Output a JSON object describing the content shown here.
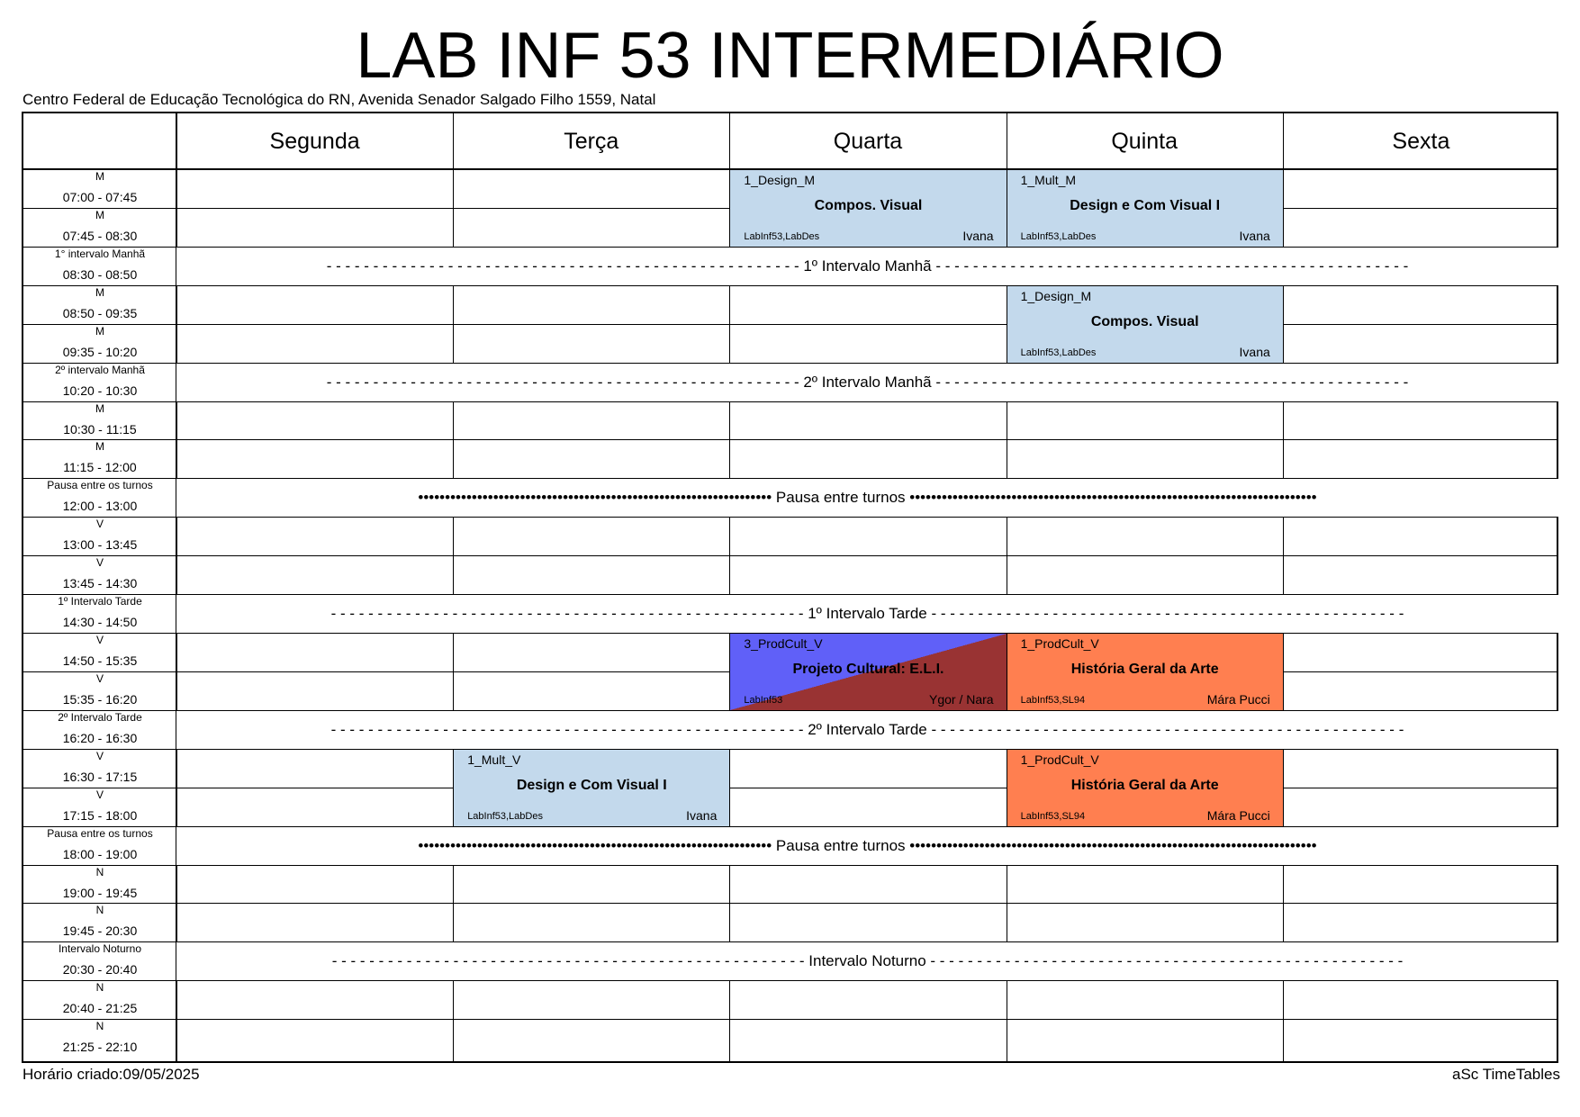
{
  "title": "LAB INF 53 INTERMEDIÁRIO",
  "subtitle": "Centro Federal de Educação Tecnológica do RN, Avenida Senador Salgado Filho 1559, Natal",
  "days": [
    "Segunda",
    "Terça",
    "Quarta",
    "Quinta",
    "Sexta"
  ],
  "periods": [
    {
      "label": "M",
      "time": "07:00 - 07:45"
    },
    {
      "label": "M",
      "time": "07:45 - 08:30"
    },
    {
      "label": "1° intervalo Manhã",
      "time": "08:30 - 08:50"
    },
    {
      "label": "M",
      "time": "08:50 - 09:35"
    },
    {
      "label": "M",
      "time": "09:35 - 10:20"
    },
    {
      "label": "2º intervalo Manhã",
      "time": "10:20 - 10:30"
    },
    {
      "label": "M",
      "time": "10:30 - 11:15"
    },
    {
      "label": "M",
      "time": "11:15 - 12:00"
    },
    {
      "label": "Pausa entre os turnos",
      "time": "12:00 - 13:00"
    },
    {
      "label": "V",
      "time": "13:00 - 13:45"
    },
    {
      "label": "V",
      "time": "13:45 - 14:30"
    },
    {
      "label": "1º Intervalo Tarde",
      "time": "14:30 - 14:50"
    },
    {
      "label": "V",
      "time": "14:50 - 15:35"
    },
    {
      "label": "V",
      "time": "15:35 - 16:20"
    },
    {
      "label": "2º Intervalo Tarde",
      "time": "16:20 - 16:30"
    },
    {
      "label": "V",
      "time": "16:30 - 17:15"
    },
    {
      "label": "V",
      "time": "17:15 - 18:00"
    },
    {
      "label": "Pausa entre os turnos",
      "time": "18:00 - 19:00"
    },
    {
      "label": "N",
      "time": "19:00 - 19:45"
    },
    {
      "label": "N",
      "time": "19:45 - 20:30"
    },
    {
      "label": "Intervalo Noturno",
      "time": "20:30 - 20:40"
    },
    {
      "label": "N",
      "time": "20:40 - 21:25"
    },
    {
      "label": "N",
      "time": "21:25 - 22:10"
    }
  ],
  "breaks": [
    {
      "row": 2,
      "text": "- - - - - - - - - - - - - - - - - - - - - - - - - - - - - - - - - - - - - - - - - - - - - - - - - - - 1º Intervalo Manhã - - - - - - - - - - - - - - - - - - - - - - - - - - - - - - - - - - - - - - - - - - - - - - - - - - -"
    },
    {
      "row": 5,
      "text": "- - - - - - - - - - - - - - - - - - - - - - - - - - - - - - - - - - - - - - - - - - - - - - - - - - - 2º Intervalo Manhã - - - - - - - - - - - - - - - - - - - - - - - - - - - - - - - - - - - - - - - - - - - - - - - - - - -"
    },
    {
      "row": 8,
      "text": "•••••••••••••••••••••••••••••••••••••••••••••••••••••••••••••••••• Pausa entre turnos ••••••••••••••••••••••••••••••••••••••••••••••••••••••••••••••••••••••••••••"
    },
    {
      "row": 11,
      "text": "- - - - - - - - - - - - - - - - - - - - - - - - - - - - - - - - - - - - - - - - - - - - - - - - - - - 1º Intervalo Tarde - - - - - - - - - - - - - - - - - - - - - - - - - - - - - - - - - - - - - - - - - - - - - - - - - - -"
    },
    {
      "row": 14,
      "text": "- - - - - - - - - - - - - - - - - - - - - - - - - - - - - - - - - - - - - - - - - - - - - - - - - - - 2º Intervalo Tarde - - - - - - - - - - - - - - - - - - - - - - - - - - - - - - - - - - - - - - - - - - - - - - - - - - -"
    },
    {
      "row": 17,
      "text": "•••••••••••••••••••••••••••••••••••••••••••••••••••••••••••••••••• Pausa entre turnos ••••••••••••••••••••••••••••••••••••••••••••••••••••••••••••••••••••••••••••"
    },
    {
      "row": 20,
      "text": "- - - - - - - - - - - - - - - - - - - - - - - - - - - - - - - - - - - - - - - - - - - - - - - - - - - Intervalo Noturno - - - - - - - - - - - - - - - - - - - - - - - - - - - - - - - - - - - - - - - - - - - - - - - - - - -"
    }
  ],
  "lessons": [
    {
      "day": 2,
      "start": 0,
      "span": 2,
      "class": "1_Design_M",
      "subject": "Compos. Visual",
      "room": "LabInf53,LabDes",
      "teacher": "Ivana",
      "color": "#c3d9ec"
    },
    {
      "day": 3,
      "start": 0,
      "span": 2,
      "class": "1_Mult_M",
      "subject": "Design e Com Visual I",
      "room": "LabInf53,LabDes",
      "teacher": "Ivana",
      "color": "#c3d9ec"
    },
    {
      "day": 3,
      "start": 3,
      "span": 2,
      "class": "1_Design_M",
      "subject": "Compos. Visual",
      "room": "LabInf53,LabDes",
      "teacher": "Ivana",
      "color": "#c3d9ec"
    },
    {
      "day": 2,
      "start": 12,
      "span": 2,
      "class": "3_ProdCult_V",
      "subject": "Projeto Cultural: E.L.I.",
      "room": "LabInf53",
      "teacher": "Ygor / Nara",
      "color": "#6060f8",
      "color2": "#993333"
    },
    {
      "day": 3,
      "start": 12,
      "span": 2,
      "class": "1_ProdCult_V",
      "subject": "História Geral da Arte",
      "room": "LabInf53,SL94",
      "teacher": "Mára Pucci",
      "color": "#ff7f50"
    },
    {
      "day": 1,
      "start": 15,
      "span": 2,
      "class": "1_Mult_V",
      "subject": "Design e Com Visual I",
      "room": "LabInf53,LabDes",
      "teacher": "Ivana",
      "color": "#c3d9ec"
    },
    {
      "day": 3,
      "start": 15,
      "span": 2,
      "class": "1_ProdCult_V",
      "subject": "História Geral da Arte",
      "room": "LabInf53,SL94",
      "teacher": "Mára Pucci",
      "color": "#ff7f50"
    }
  ],
  "footer": {
    "created": "Horário criado:09/05/2025",
    "software": "aSc TimeTables"
  }
}
